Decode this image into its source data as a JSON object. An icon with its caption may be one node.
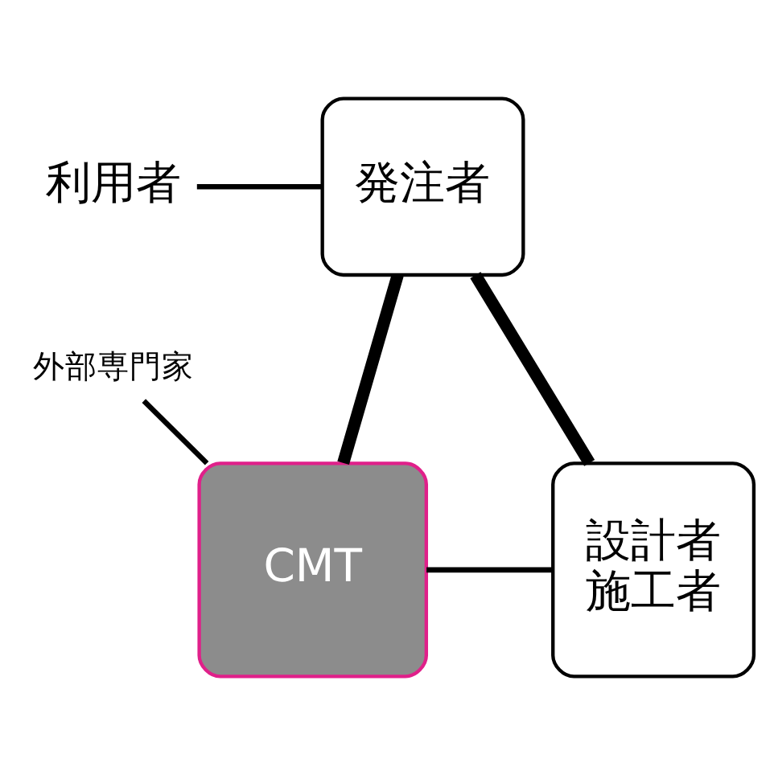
{
  "diagram": {
    "nodes": [
      {
        "text": [
          "利用者"
        ]
      },
      {
        "text": [
          "発注者"
        ]
      },
      {
        "text": [
          "外部専門家"
        ]
      },
      {
        "text": [
          "CMT"
        ]
      },
      {
        "text": [
          "設計者",
          "施工者"
        ]
      }
    ],
    "edges": [
      {
        "from": 0,
        "to": 1,
        "arrow": "none"
      },
      {
        "from": 1,
        "to": 3,
        "arrow": "none",
        "style": "thick"
      },
      {
        "from": 1,
        "to": 4,
        "arrow": "none",
        "style": "thick"
      },
      {
        "from": 2,
        "to": 3,
        "arrow": "none"
      },
      {
        "from": 3,
        "to": 4,
        "arrow": "none"
      }
    ]
  }
}
